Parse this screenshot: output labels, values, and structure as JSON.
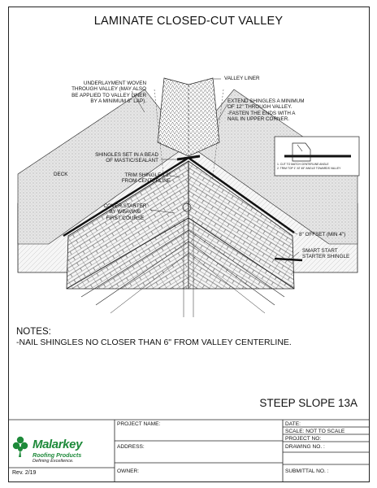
{
  "title": "LAMINATE CLOSED-CUT VALLEY",
  "labels": {
    "valley_liner": "VALLEY LINER",
    "underlayment": "UNDERLAYMENT WOVEN\nTHROUGH VALLEY (MAY ALSO\nBE APPLIED TO VALLEY LINER\nBY A MINIMUM 6\" LAP).",
    "extend": "EXTEND SHINGLES A MINIMUM\nOF 12\" THROUGH VALLEY.\n-FASTEN THE ENDS WITH A\nNAIL IN UPPER CORNER.",
    "mastic": "SHINGLES SET IN A BEAD\nOF MASTIC/SEALANT",
    "deck": "DECK",
    "trim": "TRIM SHINGLES 2\"\nFROM CENTERLINE",
    "cover_starter": "COVER STARTER\nBY WEAVING\nFIRST COURSE",
    "offset": "8\" OFFSET (MIN 4\")",
    "smart_start": "SMART START\nSTARTER SHINGLE",
    "inset_1": "1. CUT TO MATCH CENTERLINE ANGLE",
    "inset_2": "2. TRIM TOP 1\" AT 45° ANGLE TOWARDS VALLEY"
  },
  "notes": {
    "heading": "NOTES:",
    "line1": "-NAIL SHINGLES NO CLOSER THAN 6\" FROM VALLEY CENTERLINE."
  },
  "sheet_id": "STEEP SLOPE 13A",
  "title_block": {
    "project_name": "PROJECT NAME:",
    "address": "ADDRESS:",
    "owner": "OWNER:",
    "date": "DATE:",
    "scale": "SCALE:  NOT TO SCALE",
    "project_no": "PROJECT NO:",
    "drawing_no": "DRAWING NO. :",
    "submittal_no": "SUBMITTAL NO. :",
    "logo_name": "Malarkey",
    "logo_sub": "Roofing Products",
    "logo_tag": "Defining Excellence.",
    "revision": "Rev. 2/19"
  },
  "colors": {
    "logo_green": "#1e8a3a",
    "line": "#222222",
    "deck_fill": "#ececec",
    "underlay_fill": "#d8d8d8"
  }
}
